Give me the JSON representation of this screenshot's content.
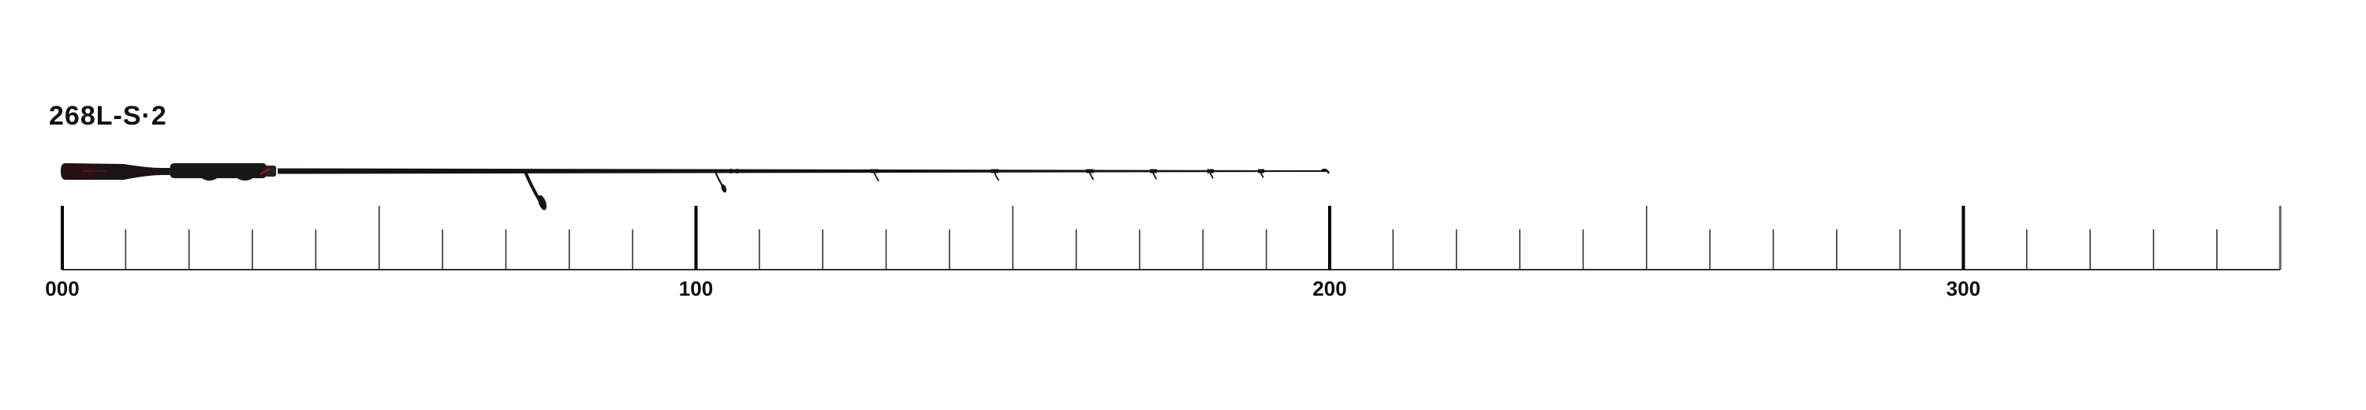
{
  "product": {
    "model_label": "268L-S·2",
    "accent_color": "#b0141e",
    "rod_color": "#141414"
  },
  "ruler": {
    "unit": "cm",
    "min": 0,
    "max": 350,
    "minor_step": 10,
    "mid_step": 50,
    "major_step": 100,
    "labels": [
      {
        "value": 0,
        "text": "000"
      },
      {
        "value": 100,
        "text": "100"
      },
      {
        "value": 200,
        "text": "200"
      },
      {
        "value": 300,
        "text": "300"
      }
    ]
  },
  "rod": {
    "overall_length_cm": 200,
    "butt_grip_end_cm": 17,
    "reel_seat_start_cm": 17,
    "reel_seat_end_cm": 34,
    "ferrule_cm": [
      105.5,
      106.5
    ],
    "guides_cm": [
      73,
      103,
      128,
      147,
      162,
      172,
      181,
      189
    ],
    "tip_cm": 199.5
  }
}
